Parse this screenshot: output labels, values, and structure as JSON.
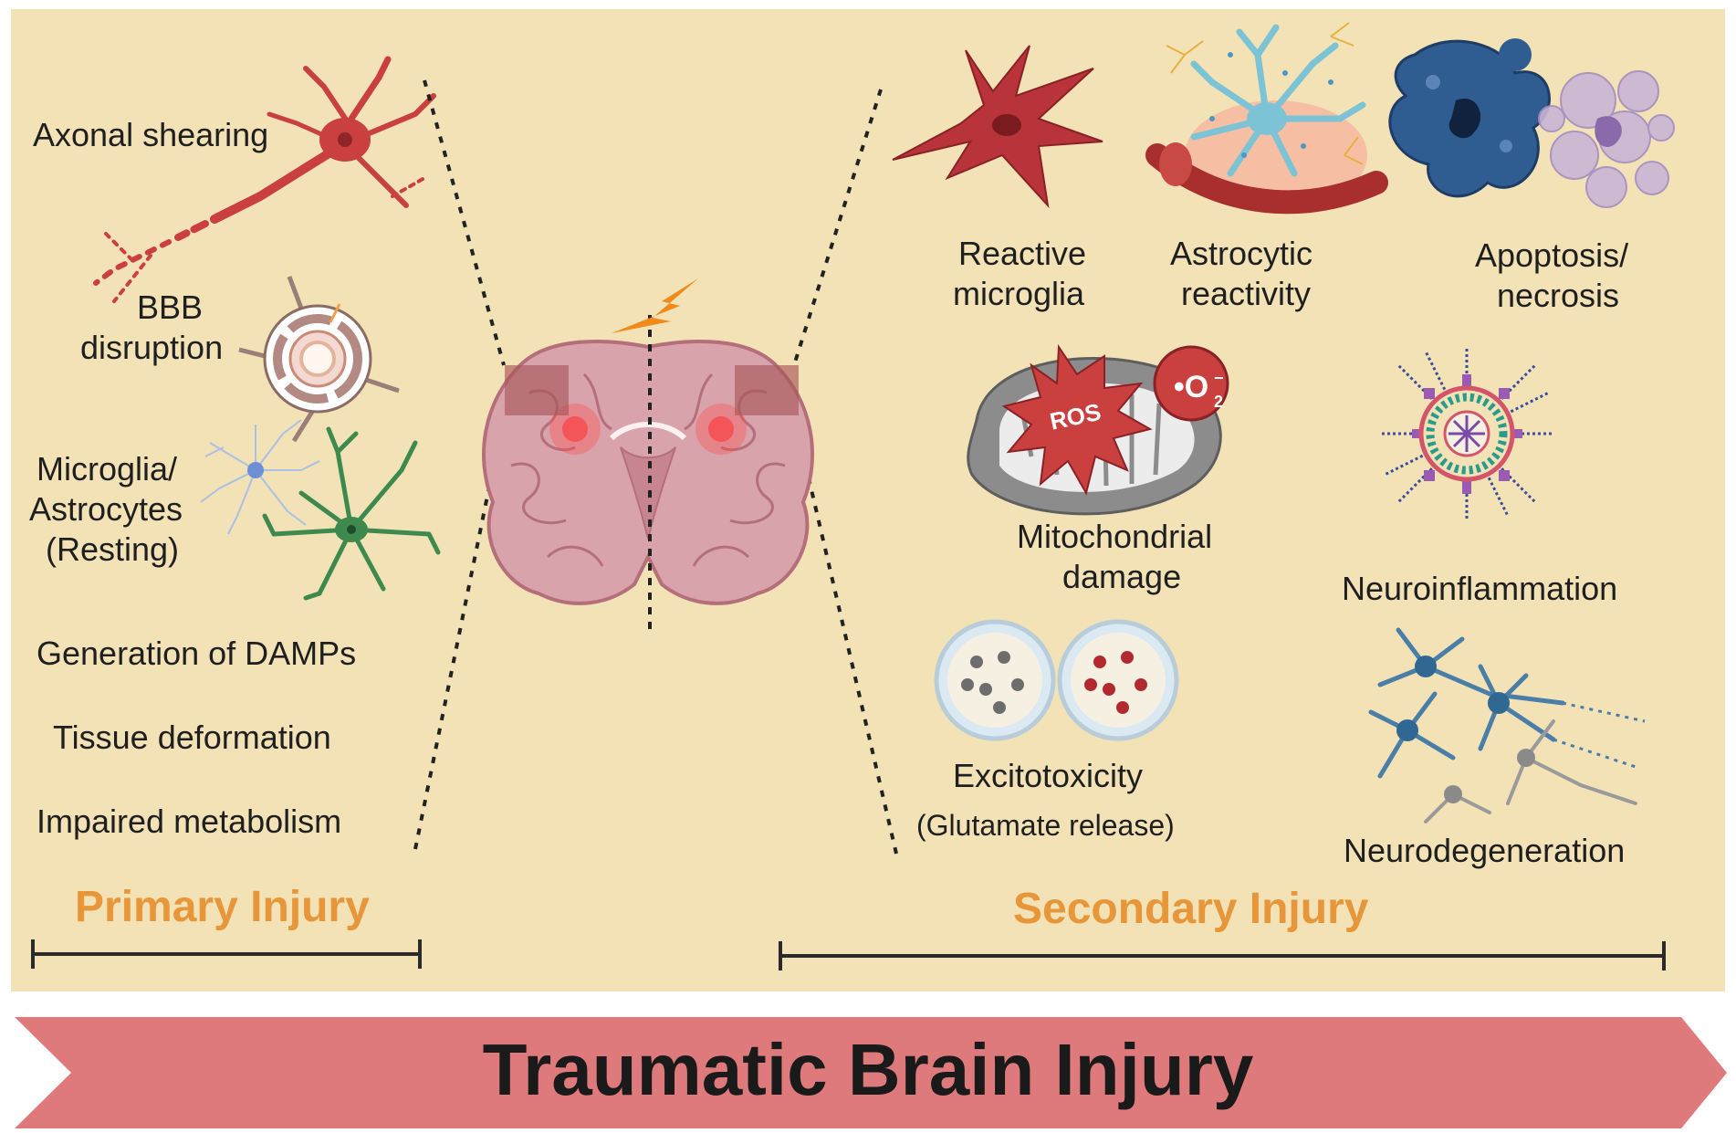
{
  "primary": {
    "heading": "Primary Injury",
    "items": {
      "axonal_shearing": "Axonal shearing",
      "bbb_line1": "BBB",
      "bbb_line2": "disruption",
      "glia_line1": "Microglia/",
      "glia_line2": "Astrocytes",
      "glia_line3": "(Resting)",
      "damps": "Generation of DAMPs",
      "tissue": "Tissue deformation",
      "metabolism": "Impaired metabolism"
    }
  },
  "secondary": {
    "heading": "Secondary Injury",
    "items": {
      "microglia_line1": "Reactive",
      "microglia_line2": "microglia",
      "astro_line1": "Astrocytic",
      "astro_line2": "reactivity",
      "apop_line1": "Apoptosis/",
      "apop_line2": "necrosis",
      "ros_label": "ROS",
      "mito_line1": "Mitochondrial",
      "mito_line2": "damage",
      "neuroinflammation": "Neuroinflammation",
      "excito_line1": "Excitotoxicity",
      "excito_line2": "(Glutamate release)",
      "neurodegeneration": "Neurodegeneration"
    }
  },
  "footer": {
    "title": "Traumatic Brain Injury"
  },
  "colors": {
    "panel": "#f2e2b6",
    "heading": "#e8963a",
    "arrow": "#df7a7c",
    "microglia_red": "#b8343a",
    "astrocyte_blue": "#7cc3d6",
    "resting_green": "#3e8a4e",
    "brain_pink": "#d9a3ab"
  }
}
